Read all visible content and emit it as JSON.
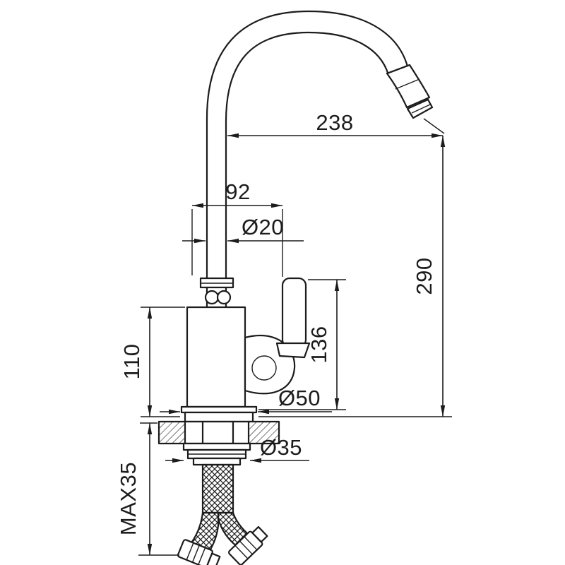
{
  "meta": {
    "title": "Kitchen faucet installation dimension drawing",
    "background": "#ffffff",
    "line_color": "#1c1c1c"
  },
  "dimensions": {
    "spout_reach": "238",
    "spout_offset": "92",
    "pipe_diameter": "Ø20",
    "overall_height": "290",
    "handle_height": "136",
    "body_height": "110",
    "base_diameter": "Ø50",
    "hole_diameter": "Ø35",
    "max_deck_thickness": "MAX35"
  }
}
